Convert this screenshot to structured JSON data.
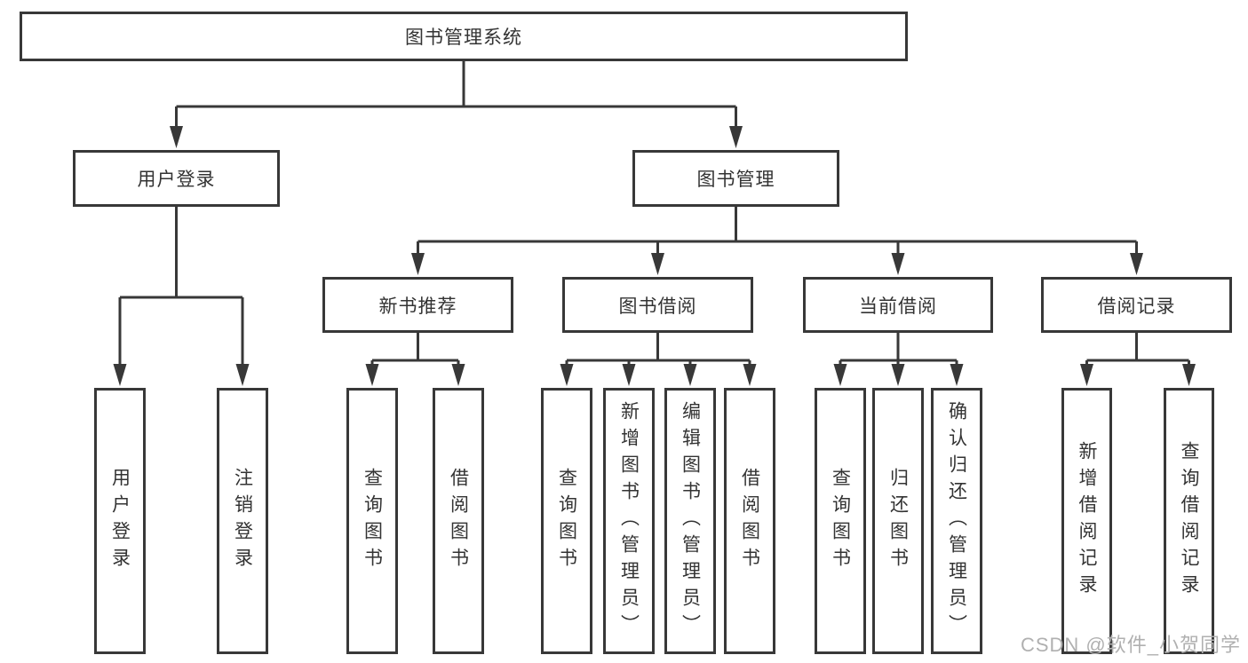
{
  "diagram": {
    "root": {
      "label": "图书管理系统"
    },
    "user_login": {
      "label": "用户登录",
      "children": [
        "用户登录",
        "注销登录"
      ]
    },
    "book_management": {
      "label": "图书管理",
      "sections": [
        {
          "label": "新书推荐",
          "children": [
            "查询图书",
            "借阅图书"
          ]
        },
        {
          "label": "图书借阅",
          "children": [
            "查询图书",
            "新增图书（管理员）",
            "编辑图书（管理员）",
            "借阅图书"
          ]
        },
        {
          "label": "当前借阅",
          "children": [
            "查询图书",
            "归还图书",
            "确认归还（管理员）"
          ]
        },
        {
          "label": "借阅记录",
          "children": [
            "新增借阅记录",
            "查询借阅记录"
          ]
        }
      ]
    }
  },
  "watermark": "CSDN @软件_小贺同学",
  "colors": {
    "line": "#383838",
    "text": "#333333",
    "watermark": "#b0b0b0",
    "background": "#ffffff"
  }
}
